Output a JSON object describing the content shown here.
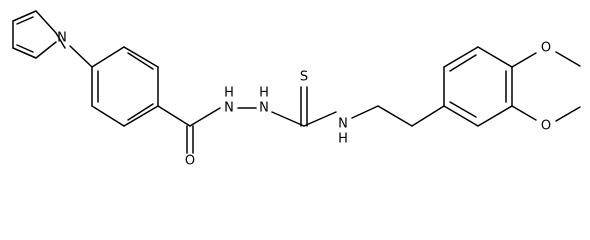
{
  "atoms": {
    "n_pyrrole": "N",
    "o_carbonyl": "O",
    "nh_hydrazide_1": "H",
    "n_hydrazide_1": "N",
    "nh_hydrazide_2": "H",
    "n_hydrazide_2": "N",
    "s_thio": "S",
    "nh_amine": "H",
    "n_amine": "N",
    "o_methoxy_top": "O",
    "o_methoxy_bottom": "O"
  }
}
